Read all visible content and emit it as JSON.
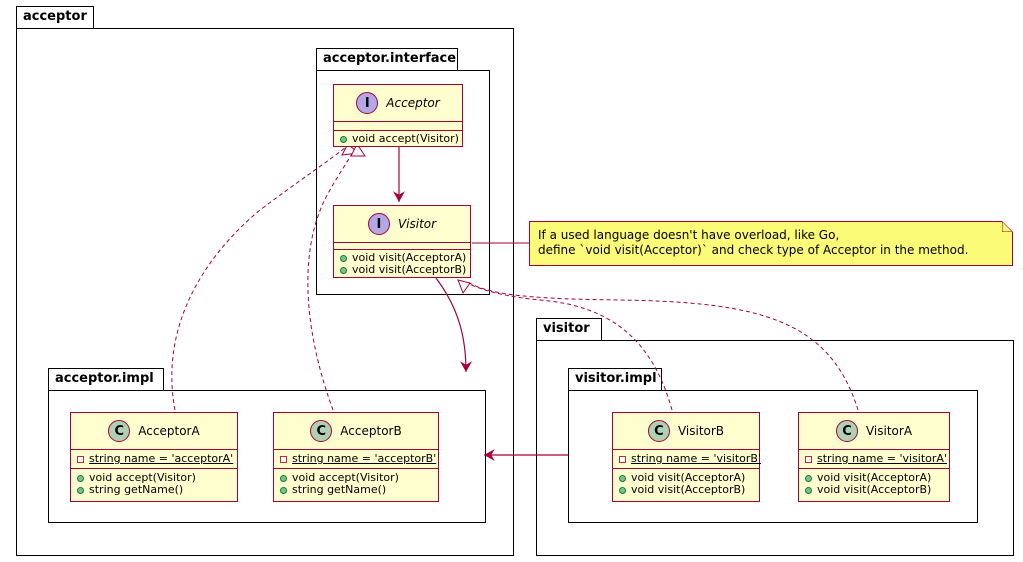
{
  "packages": {
    "acceptor": "acceptor",
    "acceptor_interface": "acceptor.interface",
    "acceptor_impl": "acceptor.impl",
    "visitor": "visitor",
    "visitor_impl": "visitor.impl"
  },
  "classes": {
    "acceptor_iface": {
      "badge": "I",
      "name": "Acceptor",
      "methods": [
        "void accept(Visitor)"
      ]
    },
    "visitor_iface": {
      "badge": "I",
      "name": "Visitor",
      "methods": [
        "void visit(AcceptorA)",
        "void visit(AcceptorB)"
      ]
    },
    "acceptor_a": {
      "badge": "C",
      "name": "AcceptorA",
      "fields": [
        "string name = 'acceptorA'"
      ],
      "methods": [
        "void accept(Visitor)",
        "string getName()"
      ]
    },
    "acceptor_b": {
      "badge": "C",
      "name": "AcceptorB",
      "fields": [
        "string name = 'acceptorB'"
      ],
      "methods": [
        "void accept(Visitor)",
        "string getName()"
      ]
    },
    "visitor_b": {
      "badge": "C",
      "name": "VisitorB",
      "fields": [
        "string name = 'visitorB'"
      ],
      "methods": [
        "void visit(AcceptorA)",
        "void visit(AcceptorB)"
      ]
    },
    "visitor_a": {
      "badge": "C",
      "name": "VisitorA",
      "fields": [
        "string name = 'visitorA'"
      ],
      "methods": [
        "void visit(AcceptorA)",
        "void visit(AcceptorB)"
      ]
    }
  },
  "note": {
    "line1": "If a used language doesn't have overload, like Go,",
    "line2": "define `void visit(Acceptor)` and check type of Acceptor in the method."
  },
  "colors": {
    "class_fill": "#fefece",
    "class_border": "#a80036",
    "note_fill": "#fbfb77",
    "arrow": "#a80036"
  }
}
